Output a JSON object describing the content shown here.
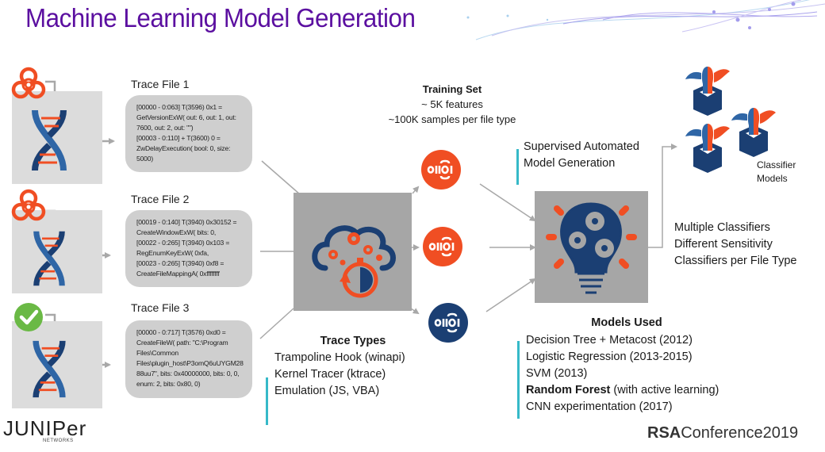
{
  "slide": {
    "title": "Machine Learning Model Generation"
  },
  "samples": [
    {
      "badge": "biohazard-icon",
      "trace_title": "Trace File 1",
      "trace_text": "[00000 - 0:063] T(3596) 0x1 =\nGetVersionExW( out: 6, out: 1, out:\n7600, out: 2, out: \"\")\n[00003 - 0:110] + T(3600) 0 =\nZwDelayExecution( bool: 0, size:\n5000)"
    },
    {
      "badge": "biohazard-icon",
      "trace_title": "Trace File 2",
      "trace_text": "[00019 - 0:140] T(3940) 0x30152 =\nCreateWindowExW( bits: 0,\n[00022 - 0:265] T(3940) 0x103 =\nRegEnumKeyExW( 0xfa,\n[00023 - 0:265] T(3940) 0xf8 =\nCreateFileMappingA( 0xffffffff"
    },
    {
      "badge": "checkmark-icon",
      "trace_title": "Trace File 3",
      "trace_text": "[00000 - 0:717] T(3576) 0xd0 =\nCreateFileW( path: \"C:\\Program\nFiles\\Common\nFiles\\plugin_host\\P3omQ6uUYGM28\n88uu7\", bits: 0x40000000, bits: 0, 0,\nenum: 2, bits: 0x80, 0)"
    }
  ],
  "trace_types": {
    "heading": "Trace Types",
    "items": [
      "Trampoline Hook (winapi)",
      "Kernel Tracer (ktrace)",
      "Emulation (JS, VBA)"
    ]
  },
  "training_set": {
    "heading": "Training Set",
    "lines": [
      "~ 5K features",
      "~100K samples per file type"
    ]
  },
  "binary_nodes": [
    {
      "glyph": "0110I",
      "color": "#f04e23"
    },
    {
      "glyph": "0110I",
      "color": "#f04e23"
    },
    {
      "glyph": "0110I",
      "color": "#1b3f73"
    }
  ],
  "model_generation": {
    "label_lines": [
      "Supervised Automated",
      "Model Generation"
    ]
  },
  "classifiers": {
    "label_lines": [
      "Classifier",
      "Models"
    ],
    "notes": [
      "Multiple Classifiers",
      "Different Sensitivity",
      "Classifiers per File Type"
    ]
  },
  "models_used": {
    "heading": "Models Used",
    "items": [
      {
        "bold": "",
        "text": "Decision Tree + Metacost (2012)"
      },
      {
        "bold": "",
        "text": "Logistic Regression (2013-2015)"
      },
      {
        "bold": "",
        "text": "SVM (2013)"
      },
      {
        "bold": "Random Forest",
        "text": " (with active learning)"
      },
      {
        "bold": "",
        "text": "CNN experimentation (2017)"
      }
    ]
  },
  "footer": {
    "left_logo": "JUNIPer",
    "left_logo_sub": "NETWORKS",
    "right_logo_bold": "RSA",
    "right_logo_text": "Conference2019"
  },
  "colors": {
    "title": "#5b0fa0",
    "orange": "#f04e23",
    "navy": "#1b3f73",
    "blue": "#2f66a6",
    "accent": "#36b9c8",
    "green": "#6ab945",
    "hub_gray": "#a6a6a6",
    "sample_gray": "#dcdcdc",
    "trace_gray": "#cfcfcf"
  }
}
